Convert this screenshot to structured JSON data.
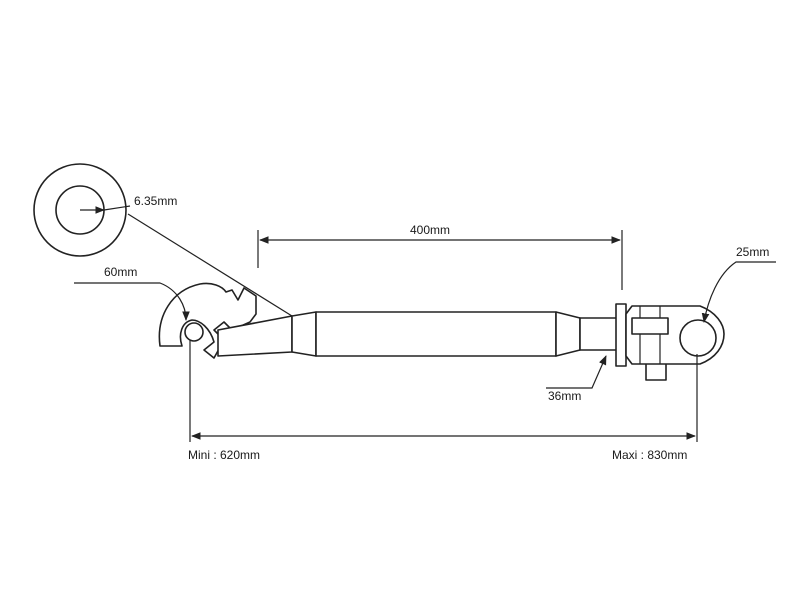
{
  "labels": {
    "pin_diameter": "6.35mm",
    "body_length": "400mm",
    "hook_size": "60mm",
    "eye_diameter": "25mm",
    "thread_diameter": "36mm",
    "min_length": "Mini : 620mm",
    "max_length": "Maxi : 830mm"
  }
}
